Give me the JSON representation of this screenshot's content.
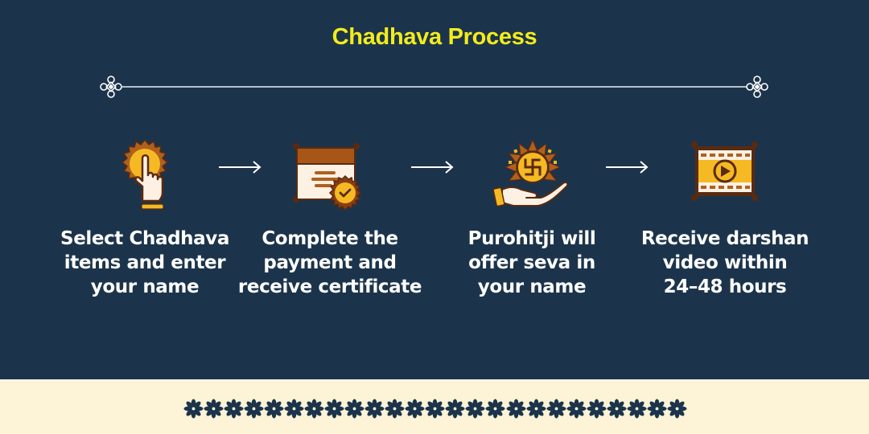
{
  "header": {
    "title": "Chadhava Process"
  },
  "colors": {
    "background": "#1c344b",
    "title": "#f3ec1c",
    "text": "#ffffff",
    "footer_background": "#fdf3d7",
    "footer_flowers": "#1c344b",
    "icon_gold": "#f5b924",
    "icon_brown": "#5a2a10",
    "icon_orange_brown": "#b0601e",
    "icon_cream": "#fdf1e4"
  },
  "steps": [
    {
      "icon": "tap-finger-badge-icon",
      "text": "Select Chadhava\nitems and enter\nyour name"
    },
    {
      "icon": "certificate-check-icon",
      "text": "Complete the\npayment and\nreceive certificate"
    },
    {
      "icon": "swastika-offering-hand-icon",
      "text": "Purohitji will\noffer seva in\nyour name"
    },
    {
      "icon": "video-film-play-icon",
      "text": "Receive darshan\nvideo within\n24–48 hours"
    }
  ],
  "connectors": [
    "arrow-right-icon",
    "arrow-right-icon",
    "arrow-right-icon"
  ],
  "footer": {
    "pattern": "flower-border",
    "flower_count": 25
  }
}
